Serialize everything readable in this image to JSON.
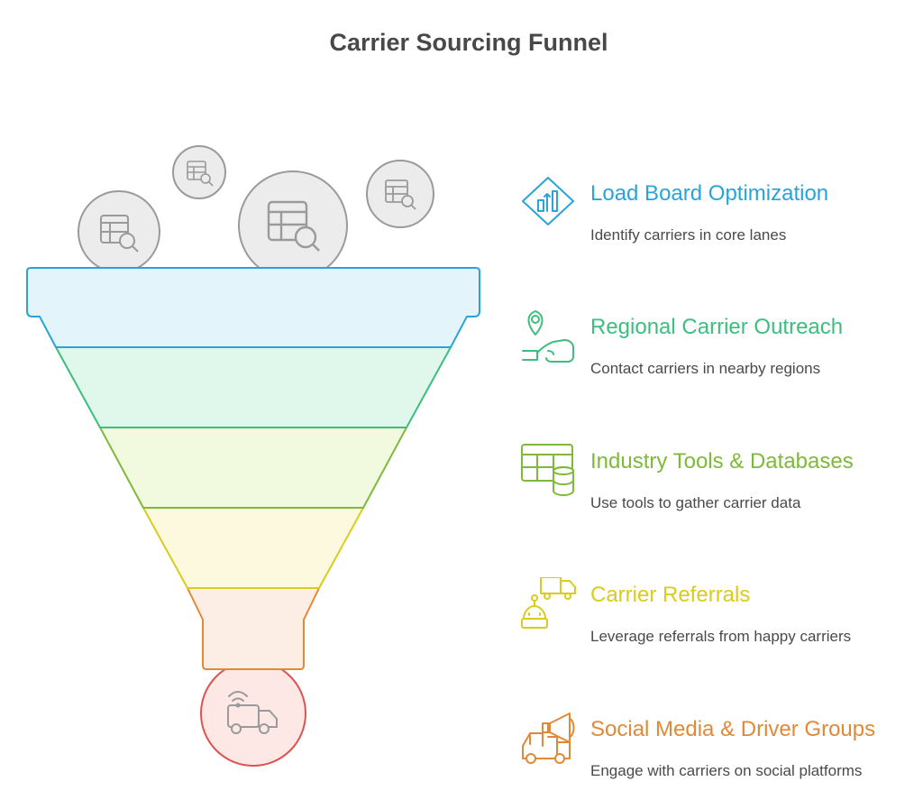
{
  "title": "Carrier Sourcing Funnel",
  "colors": {
    "stage1": "#29A4D8",
    "stage2": "#3DBE7E",
    "stage3": "#7EB93A",
    "stage4": "#DACB1C",
    "stage5": "#E08A37",
    "output": "#E0524F",
    "bubble": "#9A9A9A"
  },
  "stages": [
    {
      "title": "Load Board Optimization",
      "description": "Identify carriers in core lanes",
      "icon": "load-board-icon"
    },
    {
      "title": "Regional Carrier Outreach",
      "description": "Contact carriers in nearby regions",
      "icon": "location-handshake-icon"
    },
    {
      "title": "Industry Tools & Databases",
      "description": "Use tools to gather carrier data",
      "icon": "table-database-icon"
    },
    {
      "title": "Carrier Referrals",
      "description": "Leverage referrals from happy carriers",
      "icon": "referral-truck-icon"
    },
    {
      "title": "Social Media & Driver Groups",
      "description": "Engage with carriers on social platforms",
      "icon": "megaphone-truck-icon"
    }
  ],
  "funnel_output_icon": "connected-truck-icon",
  "funnel_input_icon": "table-search-icon"
}
